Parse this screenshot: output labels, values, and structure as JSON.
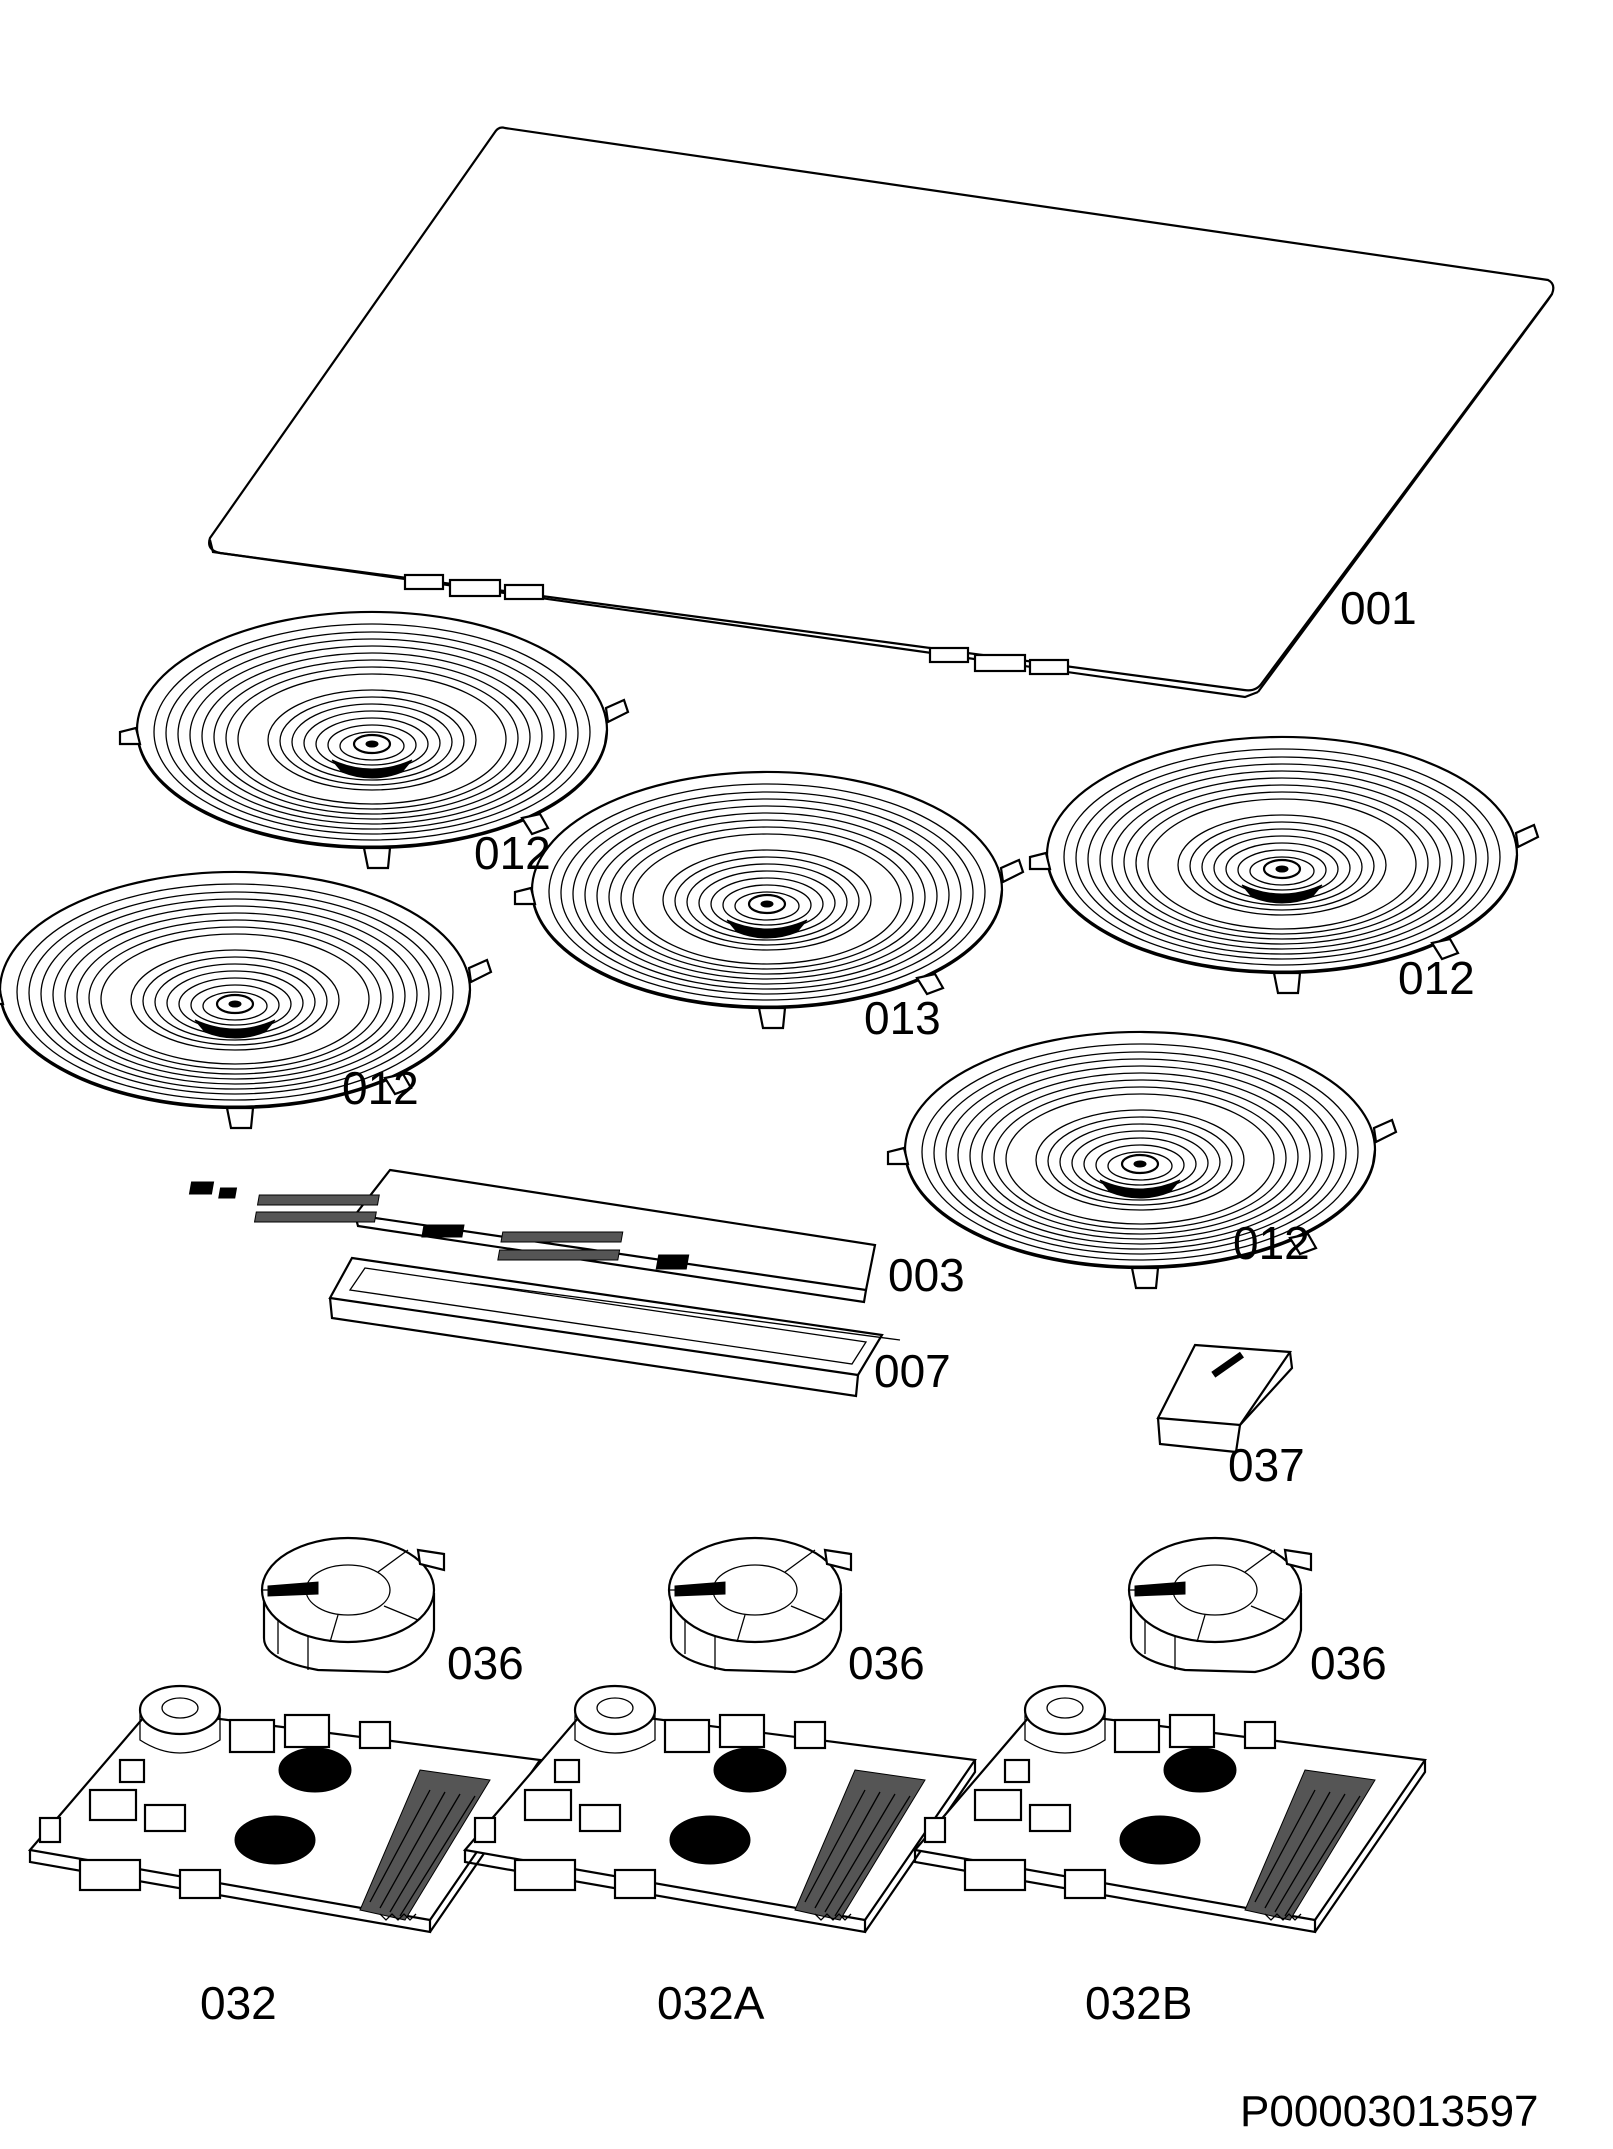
{
  "labels": {
    "glass_top": "001",
    "zone_top_left": "012",
    "zone_mid_left": "012",
    "zone_center": "013",
    "zone_right": "012",
    "zone_front_right": "012",
    "control_board": "003",
    "control_frame": "007",
    "module_037": "037",
    "fan_1": "036",
    "fan_2": "036",
    "fan_3": "036",
    "power_board_1": "032",
    "power_board_2": "032A",
    "power_board_3": "032B",
    "document_id": "P00003013597"
  }
}
